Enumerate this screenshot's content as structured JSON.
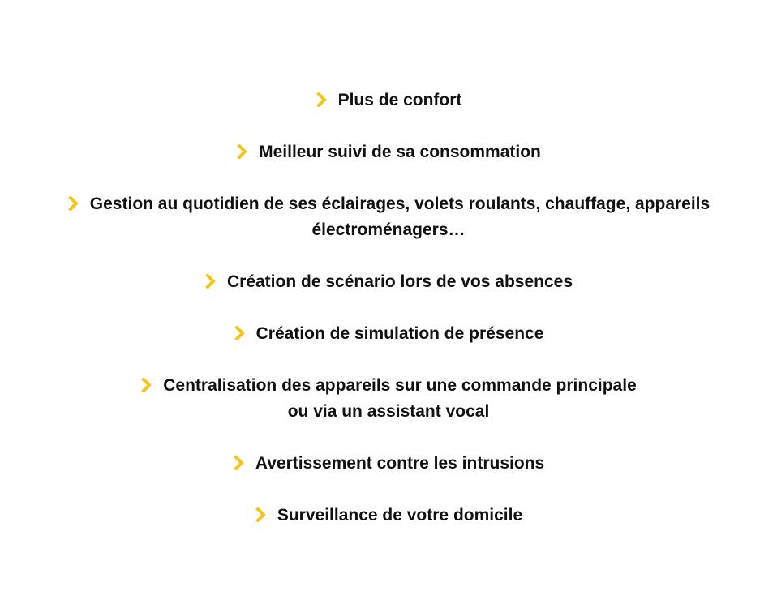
{
  "benefits": {
    "items": [
      {
        "text": "Plus de confort",
        "icon": "chevron-right-icon"
      },
      {
        "text": "Meilleur suivi de sa consommation",
        "icon": "chevron-right-icon"
      },
      {
        "text": "Gestion au quotidien de ses éclairages, volets roulants, chauffage, appareils électroménagers…",
        "icon": "chevron-right-icon"
      },
      {
        "text": "Création de scénario lors de vos absences",
        "icon": "chevron-right-icon"
      },
      {
        "text": "Création de simulation de présence",
        "icon": "chevron-right-icon"
      },
      {
        "text": "Centralisation des appareils sur une commande principale\nou via un assistant vocal",
        "icon": "chevron-right-icon"
      },
      {
        "text": "Avertissement contre les intrusions",
        "icon": "chevron-right-icon"
      },
      {
        "text": "Surveillance de votre domicile",
        "icon": "chevron-right-icon"
      }
    ]
  },
  "colors": {
    "accent": "#f5c518",
    "text": "#111111",
    "background": "#ffffff"
  }
}
